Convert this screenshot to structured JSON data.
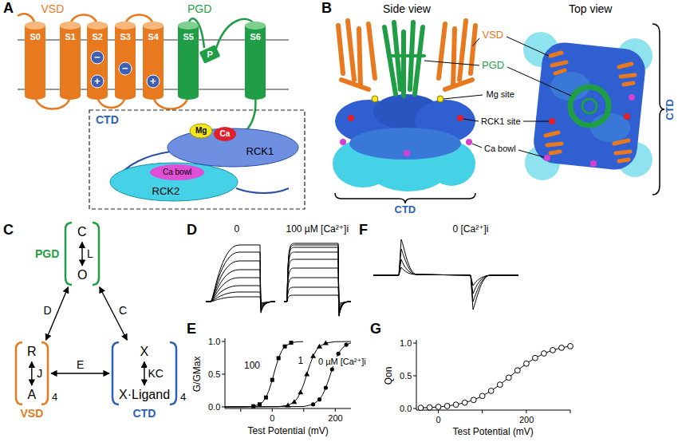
{
  "diagram": {
    "nodes": [
      {
        "text": [
          "PGD"
        ]
      },
      {
        "text": [
          "C"
        ],
        "in": 0
      },
      {
        "text": [
          "O"
        ],
        "in": 0
      },
      {
        "text": [
          "VSD"
        ]
      },
      {
        "text": [
          "R"
        ],
        "in": 3
      },
      {
        "text": [
          "A"
        ],
        "in": 3
      },
      {
        "text": [
          "CTD"
        ]
      },
      {
        "text": [
          "X"
        ],
        "in": 6
      },
      {
        "text": [
          "X·Ligand"
        ],
        "in": 6
      }
    ],
    "edges": [
      {
        "from": 1,
        "to": 2,
        "arrow": "both",
        "label": "L"
      },
      {
        "from": 4,
        "to": 5,
        "arrow": "both",
        "label": "J"
      },
      {
        "from": 7,
        "to": 8,
        "arrow": "both",
        "label": "KC"
      },
      {
        "from": 0,
        "to": 3,
        "arrow": "both",
        "label": "D"
      },
      {
        "from": 0,
        "to": 6,
        "arrow": "both",
        "label": "C"
      },
      {
        "from": 3,
        "to": 6,
        "arrow": "both",
        "label": "E"
      }
    ],
    "labels": [
      "A",
      "VSD",
      "PGD",
      "S0",
      "S1",
      "S2",
      "S3",
      "S4",
      "S5",
      "S6",
      "−",
      "+",
      "−",
      "+",
      "P",
      "CTD",
      "Mg",
      "Ca",
      "RCK1",
      "Ca bowl",
      "RCK2",
      "B",
      "Side view",
      "Top view",
      "VSD",
      "PGD",
      "Mg site",
      "RCK1 site",
      "Ca bowl",
      "CTD",
      "CTD",
      "C",
      "4",
      "4",
      "D",
      "0",
      "100 µM [Ca²⁺]i",
      "E",
      "G/GMax",
      "1.0",
      "0.5",
      "0.0",
      "0",
      "200",
      "Test Potential (mV)",
      "100",
      "1",
      "0 µM [Ca²⁺]i",
      "F",
      "0 [Ca²⁺]i",
      "G",
      "Qon",
      "1.0",
      "0.5",
      "0.0",
      "0",
      "200",
      "Test Potential (mV)"
    ]
  }
}
